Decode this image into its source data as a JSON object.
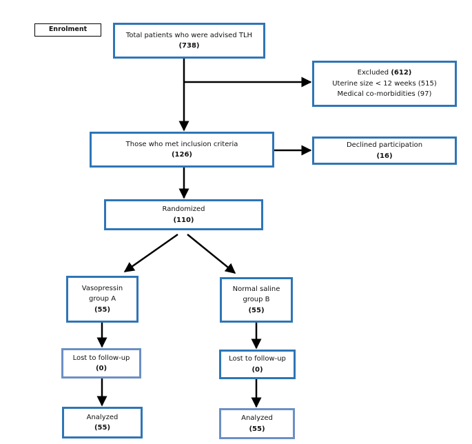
{
  "stage_label": "Enrolment",
  "total": {
    "title": "Total patients who were advised TLH",
    "count": "(738)"
  },
  "excluded": {
    "title": "Excluded",
    "count": "(612)",
    "reasons": [
      "Uterine size < 12 weeks (515)",
      "Medical co-morbidities (97)"
    ]
  },
  "inclusion": {
    "title": "Those who met inclusion criteria",
    "count": "(126)"
  },
  "declined": {
    "title": "Declined participation",
    "count": "(16)"
  },
  "randomized": {
    "title": "Randomized",
    "count": "(110)"
  },
  "group_a": {
    "line1": "Vasopressin",
    "line2": "group A",
    "count": "(55)"
  },
  "group_b": {
    "line1": "Normal saline",
    "line2": "group B",
    "count": "(55)"
  },
  "lost_a": {
    "title": "Lost to follow-up",
    "count": "(0)"
  },
  "lost_b": {
    "title": "Lost to follow-up",
    "count": "(0)"
  },
  "analyzed_a": {
    "title": "Analyzed",
    "count": "(55)"
  },
  "analyzed_b": {
    "title": "Analyzed",
    "count": "(55)"
  }
}
